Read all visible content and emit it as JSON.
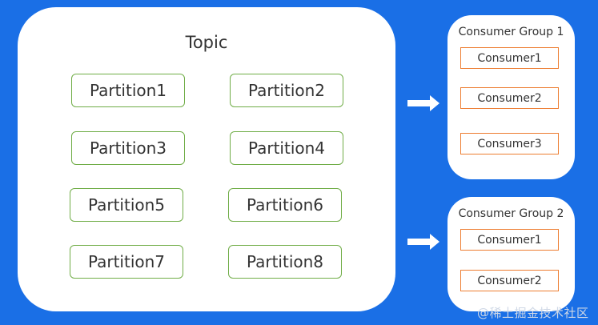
{
  "topic": {
    "title": "Topic",
    "partitions": [
      "Partition1",
      "Partition2",
      "Partition3",
      "Partition4",
      "Partition5",
      "Partition6",
      "Partition7",
      "Partition8"
    ]
  },
  "groups": [
    {
      "title": "Consumer Group 1",
      "consumers": [
        "Consumer1",
        "Consumer2",
        "Consumer3"
      ]
    },
    {
      "title": "Consumer Group 2",
      "consumers": [
        "Consumer1",
        "Consumer2"
      ]
    }
  ],
  "watermark": "@稀土掘金技术社区",
  "colors": {
    "background": "#1a6fe6",
    "partition_border": "#70ad47",
    "consumer_border": "#ed7d31"
  }
}
